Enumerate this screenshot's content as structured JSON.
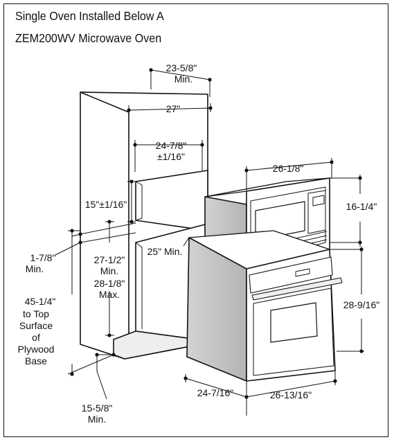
{
  "title": {
    "line1": "Single Oven Installed Below A",
    "line2": "ZEM200WV Microwave Oven"
  },
  "dimensions": {
    "cab_top_depth": "23-5/8\"",
    "cab_top_depth_note": "Min.",
    "cab_width": "27\"",
    "cutout_width": "24-7/8\"",
    "cutout_width_tol": "±1/16\"",
    "upper_cutout_height": "15\"±1/16\"",
    "micro_width": "26-1/8\"",
    "micro_height": "16-1/4\"",
    "micro_clear_depth": "25\" Min.",
    "side_gap": "1-7/8\"",
    "side_gap_note": "Min.",
    "lower_height_min": "27-1/2\"",
    "lower_height_min_note": "Min.",
    "lower_height_max": "28-1/8\"",
    "lower_height_max_note": "Max.",
    "base_height": "45-1/4\"",
    "base_height_note": [
      "to Top",
      "Surface",
      "of",
      "Plywood",
      "Base"
    ],
    "oven_height": "28-9/16\"",
    "bottom_depth": "15-5/8\"",
    "bottom_depth_note": "Min.",
    "oven_depth": "24-7/16\"",
    "oven_width": "26-13/16\""
  }
}
